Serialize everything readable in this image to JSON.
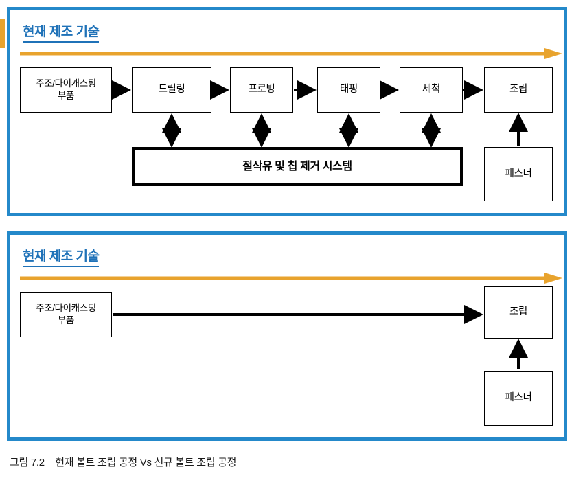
{
  "colors": {
    "panel_border": "#2489ca",
    "title_text": "#1f72b8",
    "flow_arrow": "#e8a32d",
    "node_border": "#000000",
    "connector": "#000000"
  },
  "panels": [
    {
      "id": "current-process",
      "title": "현재 제조 기술",
      "flow_arrow_label": "left-to-right-process-flow",
      "nodes": [
        {
          "id": "casting-part",
          "label": "주조/다이캐스팅\n부품"
        },
        {
          "id": "drilling",
          "label": "드릴링"
        },
        {
          "id": "probing",
          "label": "프로빙"
        },
        {
          "id": "tapping",
          "label": "태핑"
        },
        {
          "id": "washing",
          "label": "세척"
        },
        {
          "id": "assembly",
          "label": "조립"
        },
        {
          "id": "coolant-chip-system",
          "label": "절삭유 및 칩 제거 시스템"
        },
        {
          "id": "fastener",
          "label": "패스너"
        }
      ]
    },
    {
      "id": "new-process",
      "title": "현재 제조 기술",
      "flow_arrow_label": "left-to-right-process-flow",
      "nodes": [
        {
          "id": "casting-part",
          "label": "주조/다이캐스팅\n부품"
        },
        {
          "id": "assembly",
          "label": "조립"
        },
        {
          "id": "fastener",
          "label": "패스너"
        }
      ]
    }
  ],
  "caption": "그림 7.2    현재 볼트 조립 공정 Vs 신규 볼트 조립 공정"
}
